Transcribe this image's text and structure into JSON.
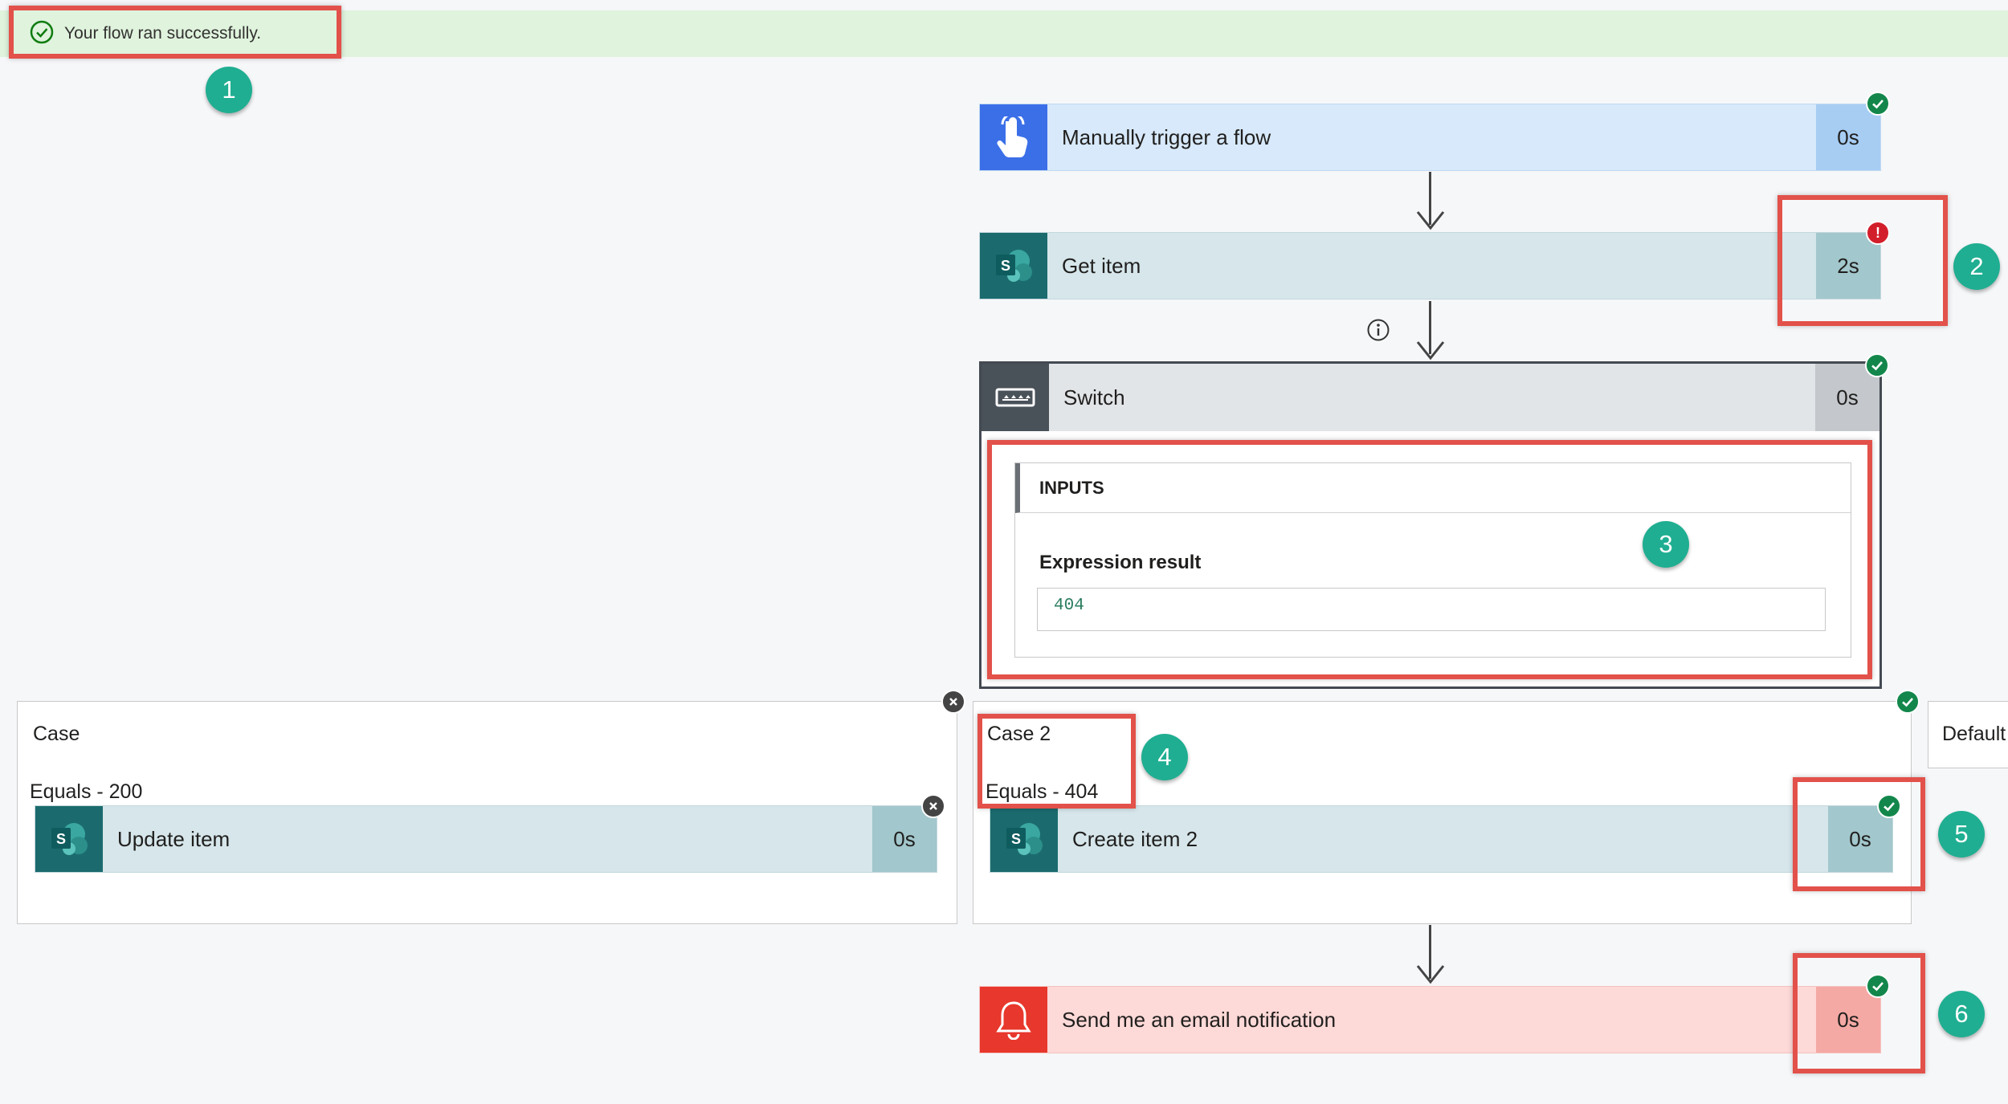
{
  "banner": {
    "text": "Your flow ran successfully."
  },
  "trigger": {
    "label": "Manually trigger a flow",
    "duration": "0s",
    "status": "success"
  },
  "get_item": {
    "label": "Get item",
    "duration": "2s",
    "status": "error",
    "error_glyph": "!"
  },
  "switch": {
    "label": "Switch",
    "duration": "0s",
    "status": "success",
    "inputs_title": "INPUTS",
    "expression_label": "Expression result",
    "expression_value": "404"
  },
  "cases": [
    {
      "title": "Case",
      "condition": "Equals - 200",
      "status": "skipped",
      "action": {
        "label": "Update item",
        "duration": "0s",
        "status": "skipped"
      }
    },
    {
      "title": "Case 2",
      "condition": "Equals - 404",
      "status": "success",
      "action": {
        "label": "Create item 2",
        "duration": "0s",
        "status": "success"
      }
    }
  ],
  "default_case": {
    "title": "Default"
  },
  "email": {
    "label": "Send me an email notification",
    "duration": "0s",
    "status": "success"
  },
  "callouts": [
    "1",
    "2",
    "3",
    "4",
    "5",
    "6"
  ],
  "icons": {
    "trigger": "hand-pointer-icon",
    "sharepoint": "sharepoint-icon",
    "switch": "switch-icon",
    "email": "bell-icon",
    "info": "info-icon",
    "success": "checkmark-icon",
    "error": "exclamation-icon",
    "skipped": "close-icon"
  },
  "colors": {
    "banner_bg": "#dff3dd",
    "trigger_accent": "#3b6fe8",
    "sharepoint_accent": "#1b6b6e",
    "switch_accent": "#495159",
    "email_accent": "#e8372c",
    "success": "#13874b",
    "error": "#d21f2b",
    "highlight": "#e2514a",
    "callout": "#1fae91"
  }
}
